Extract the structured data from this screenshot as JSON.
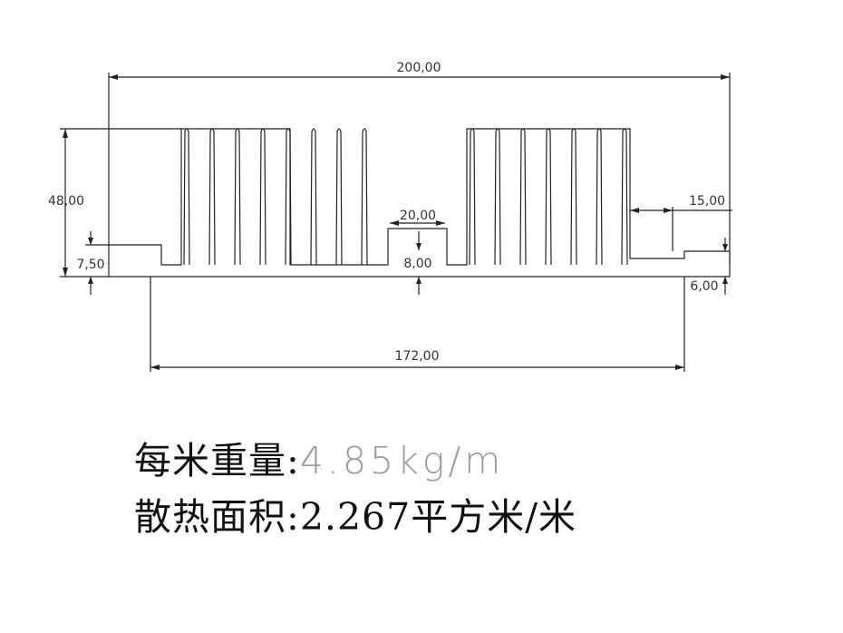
{
  "dimensions": {
    "overall_width": "200,00",
    "height": "48,00",
    "base_thickness": "7,50",
    "center_slot_width": "20,00",
    "center_base": "8,00",
    "side_step_width": "15,00",
    "side_step_height": "6,00",
    "inner_width": "172,00"
  },
  "specs": {
    "weight_label": "每米重量:",
    "weight_value": "4.85kg/m",
    "area_label": "散热面积:",
    "area_value": "2.267平方米/米"
  }
}
